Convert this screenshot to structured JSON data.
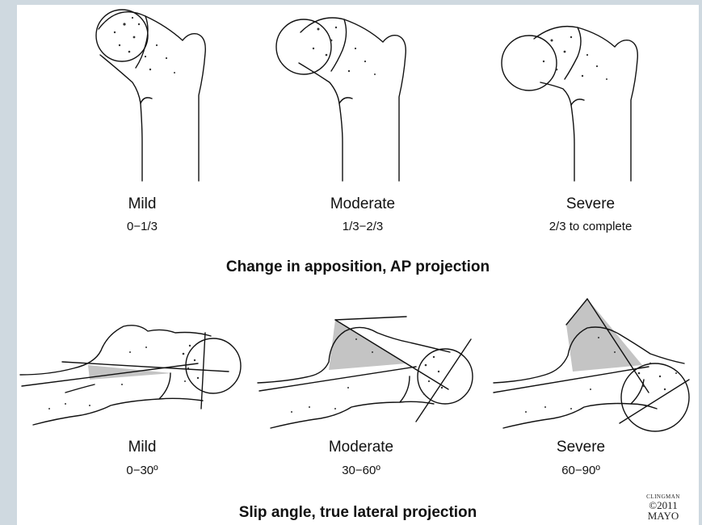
{
  "ap": {
    "panels": [
      {
        "grade": "Mild",
        "range": "0−1/3"
      },
      {
        "grade": "Moderate",
        "range": "1/3−2/3"
      },
      {
        "grade": "Severe",
        "range": "2/3 to complete"
      }
    ],
    "caption": "Change in apposition, AP projection"
  },
  "lateral": {
    "panels": [
      {
        "grade": "Mild",
        "range": "0−30º"
      },
      {
        "grade": "Moderate",
        "range": "30−60º"
      },
      {
        "grade": "Severe",
        "range": "60−90º"
      }
    ],
    "caption": "Slip angle, true lateral projection"
  },
  "credit": {
    "name": "CLINGMAN",
    "year": "©2011",
    "org": "MAYO"
  }
}
